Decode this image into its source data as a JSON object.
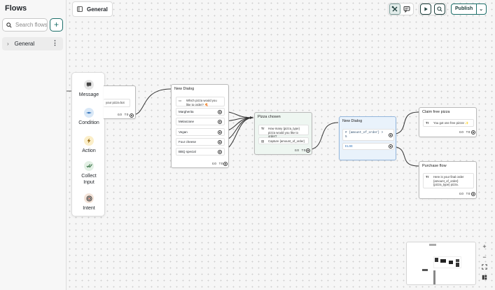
{
  "sidebar": {
    "title": "Flows",
    "search_placeholder": "Search flows",
    "add_label": "+",
    "folder": {
      "label": "General"
    }
  },
  "toolbar": {
    "flow_title": "General",
    "publish_label": "Publish"
  },
  "palette": {
    "items": [
      {
        "label": "Message",
        "icon": "message-icon",
        "color": "#7a7a7a"
      },
      {
        "label": "Condition",
        "icon": "condition-icon",
        "color": "#3f86d6"
      },
      {
        "label": "Action",
        "icon": "bolt-icon",
        "color": "#e5a100"
      },
      {
        "label": "Collect Input",
        "icon": "collect-icon",
        "color": "#3a7d4a"
      },
      {
        "label": "Intent",
        "icon": "target-icon",
        "color": "#c0392b"
      }
    ]
  },
  "nodes": {
    "start": {
      "text": "your pizza bot",
      "goto": "GO TO"
    },
    "dialog1": {
      "title": "New Dialog",
      "prompt": "Which pizza would you like to order? 🍕",
      "options": [
        "Margherita",
        "Melanzane",
        "Vegan",
        "Four cheese",
        "BBQ special"
      ],
      "goto": "GO TO"
    },
    "pizza_chosen": {
      "title": "Pizza chosen",
      "prompt": "How many {pizza_type} pizza would you like to order?",
      "capture": "Capture {amount_of_order}",
      "goto": "GO TO"
    },
    "dialog2": {
      "title": "New Dialog",
      "condition": "# {amount_of_order} > 5",
      "else_label": "ELSE"
    },
    "claim": {
      "title": "Claim free pizza",
      "text": "You got one free pizza! ✨",
      "goto": "GO TO"
    },
    "purchase": {
      "title": "Purchase flow",
      "text": "Here is your final order {amount_of_order} {pizza_type} pizza.",
      "goto": "GO TO"
    }
  }
}
